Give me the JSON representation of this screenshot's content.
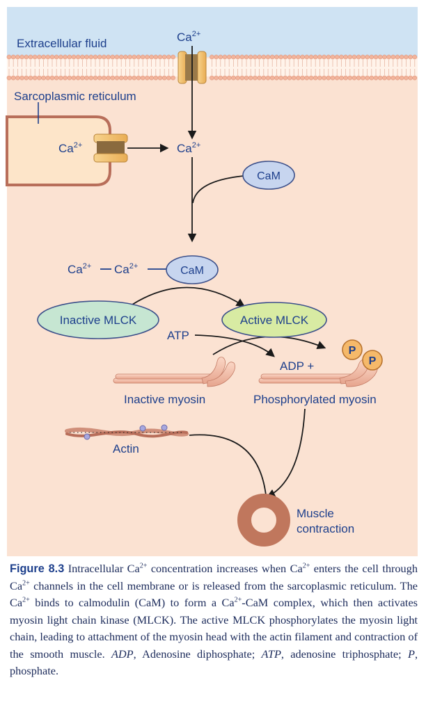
{
  "labels": {
    "extracellular_fluid": "Extracellular fluid",
    "sarcoplasmic_reticulum": "Sarcoplasmic reticulum",
    "ca_top": "Ca",
    "ca_sr": "Ca",
    "ca_mid": "Ca",
    "ca_complex_1": "Ca",
    "ca_complex_2": "Ca",
    "charge": "2+",
    "cam": "CaM",
    "cam_complex": "CaM",
    "inactive_mlck": "Inactive MLCK",
    "active_mlck": "Active MLCK",
    "atp": "ATP",
    "adp": "ADP +",
    "phosphate": "P",
    "inactive_myosin": "Inactive myosin",
    "phosphorylated_myosin": "Phosphorylated myosin",
    "actin": "Actin",
    "muscle": "Muscle",
    "contraction": "contraction"
  },
  "caption": {
    "figure_label": "Figure 8.3",
    "t1": " Intracellular Ca",
    "s1": "2+",
    "t2": " concentration increases when Ca",
    "s2": "2+",
    "t3": " enters the cell through Ca",
    "s3": "2+",
    "t4": " channels in the cell membrane or is released from the sarcoplasmic reticulum. The Ca",
    "s4": "2+",
    "t5": " binds to calmodulin (CaM) to form a Ca",
    "s5": "2+",
    "t6": "-CaM complex, which then activates myosin light chain kinase (MLCK). The active MLCK phosphorylates the myosin light chain, leading to attachment of the myosin head with the actin filament and contraction of the smooth muscle. ",
    "adp": "ADP",
    "t7": ", Adenosine diphosphate; ",
    "atp": "ATP",
    "t8": ", adenosine triphosphate; ",
    "p": "P",
    "t9": ", phosphate."
  },
  "colors": {
    "extracellular": "#cfe3f3",
    "cytoplasm": "#fbe2d2",
    "membrane_head": "#f2b49b",
    "sr_border": "#b86e5a",
    "channel": "#f3c374",
    "cam_fill": "#c7d5ef",
    "inactive_mlck_fill": "#c6e6d2",
    "active_mlck_fill": "#d8eba3",
    "phosphate_fill": "#f5b96a",
    "muscle_ring": "#c0775d",
    "text": "#1d3f8c"
  }
}
